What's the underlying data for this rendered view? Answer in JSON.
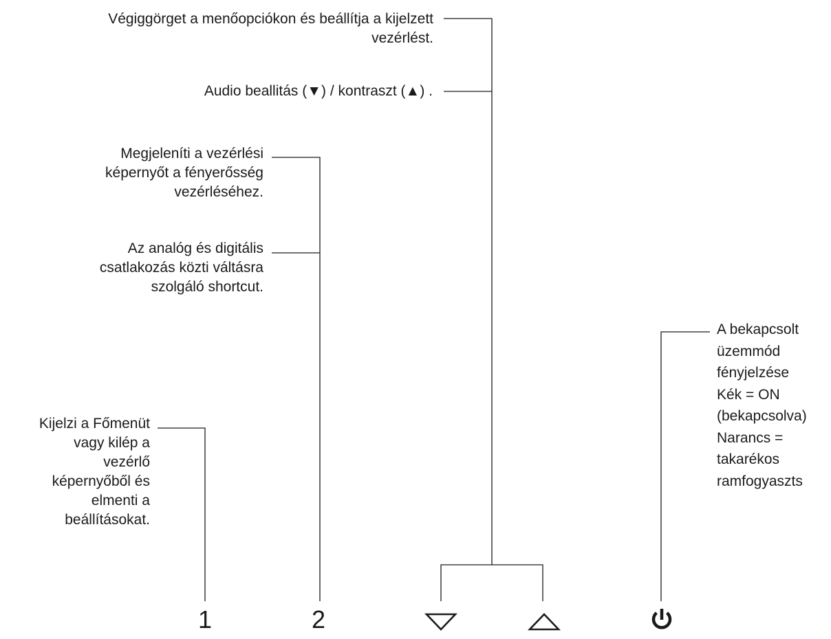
{
  "labels": {
    "menu_button": [
      "Kijelzi a Főmenüt",
      "vagy kilép a",
      "vezérlő",
      "képernyőből és",
      "elmenti a",
      "beállításokat."
    ],
    "brightness_button": [
      "Megjeleníti a vezérlési",
      "képernyőt a fényerősség",
      "vezérléséhez."
    ],
    "input_button": [
      "Az analóg és digitális",
      "csatlakozás közti váltásra",
      "szolgáló shortcut."
    ],
    "scroll_buttons": [
      "Végiggörget a menőopciókon és beállítja a kijelzett",
      "vezérlést."
    ],
    "audio_contrast": [
      "Audio beallitás (▼) / kontraszt (▲) ."
    ],
    "power_led": [
      "A bekapcsolt",
      "üzemmód",
      "fényjelzése",
      "Kék = ON",
      "(bekapcsolva)",
      "Narancs =",
      "takarékos",
      "ramfogyaszts"
    ]
  },
  "buttons": {
    "button_1": "1",
    "button_2": "2",
    "down_icon": "triangle-down-icon",
    "up_icon": "triangle-up-icon",
    "power_icon": "power-icon"
  }
}
